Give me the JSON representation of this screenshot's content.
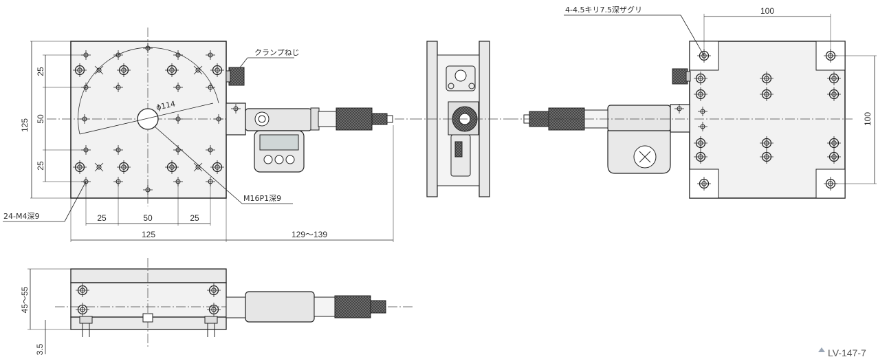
{
  "page_title": "",
  "annotations": {
    "counterbore": "4-4.5キリ7.5深ザグリ",
    "clamp_screw": "クランプねじ",
    "phi": "ϕ114",
    "m16": "M16P1深9",
    "m4": "24-M4深9"
  },
  "dimensions": {
    "top_left_w": "125",
    "vertical_125": "125",
    "v25_top": "25",
    "v50": "50",
    "v25_bottom": "25",
    "h25_left": "25",
    "h50": "50",
    "h25_right": "25",
    "travel": "129～139",
    "right_top_100": "100",
    "right_side_100": "100",
    "height_range": "45～55",
    "base_35": "3.5"
  },
  "footer_code": "LV-147-7"
}
